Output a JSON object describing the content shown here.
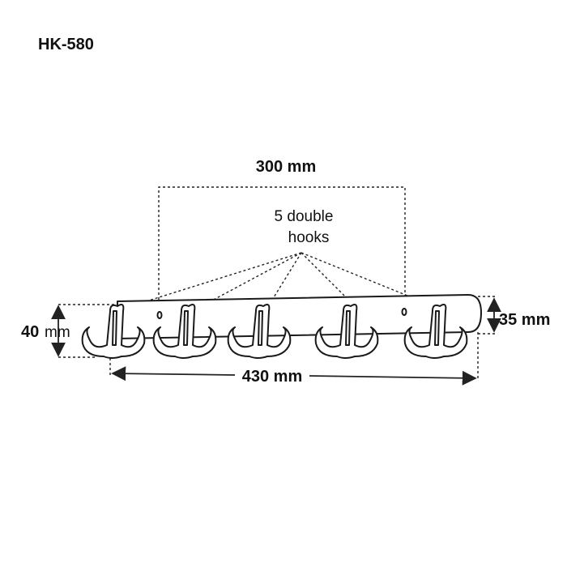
{
  "product": {
    "model": "HK-580"
  },
  "dimensions": {
    "hole_spacing": "300 mm",
    "total_length": "430 mm",
    "hook_height_value": "40",
    "hook_height_unit": "mm",
    "bar_height": "35 mm"
  },
  "callout": {
    "line1": "5 double",
    "line2": "hooks"
  },
  "hook_count": 5
}
